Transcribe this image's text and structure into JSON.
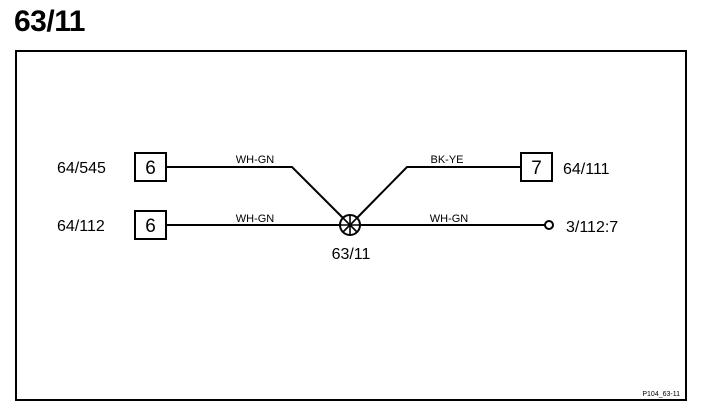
{
  "title": "63/11",
  "splice": {
    "label": "63/11"
  },
  "connectors": {
    "left_top": {
      "name": "64/545",
      "pin": "6"
    },
    "left_bottom": {
      "name": "64/112",
      "pin": "6"
    },
    "right_top": {
      "name": "64/111",
      "pin": "7"
    },
    "right_bottom": {
      "name": "3/112:7"
    }
  },
  "wires": {
    "left_top": "WH-GN",
    "left_bottom": "WH-GN",
    "right_top": "BK-YE",
    "right_bottom": "WH-GN"
  },
  "reference": "P104_63-11"
}
